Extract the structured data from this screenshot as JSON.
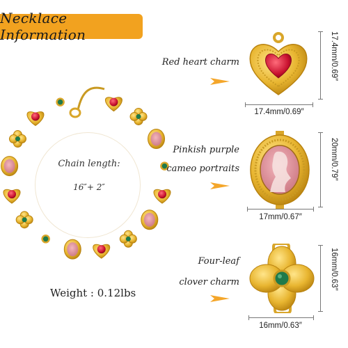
{
  "banner": {
    "title": "Necklace Information"
  },
  "necklace": {
    "chain_label": "Chain length:",
    "chain_length": "16″+ 2″",
    "weight": "Weight : 0.12lbs"
  },
  "charms": [
    {
      "label_line1": "Red heart charm",
      "label_line2": "",
      "width": "17.4mm/0.69″",
      "height": "17.4mm/0.69″"
    },
    {
      "label_line1": "Pinkish purple",
      "label_line2": "cameo portraits",
      "width": "17mm/0.67″",
      "height": "20mm/0.79″"
    },
    {
      "label_line1": "Four-leaf",
      "label_line2": "clover charm",
      "width": "16mm/0.63″",
      "height": "16mm/0.63″"
    }
  ],
  "colors": {
    "banner": "#f2a21f",
    "gold": "#e8b530",
    "red_gem": "#c8102e",
    "cameo_pink": "#c9737e",
    "green_gem": "#1f7a4a",
    "arrow": "#f4a62a"
  }
}
